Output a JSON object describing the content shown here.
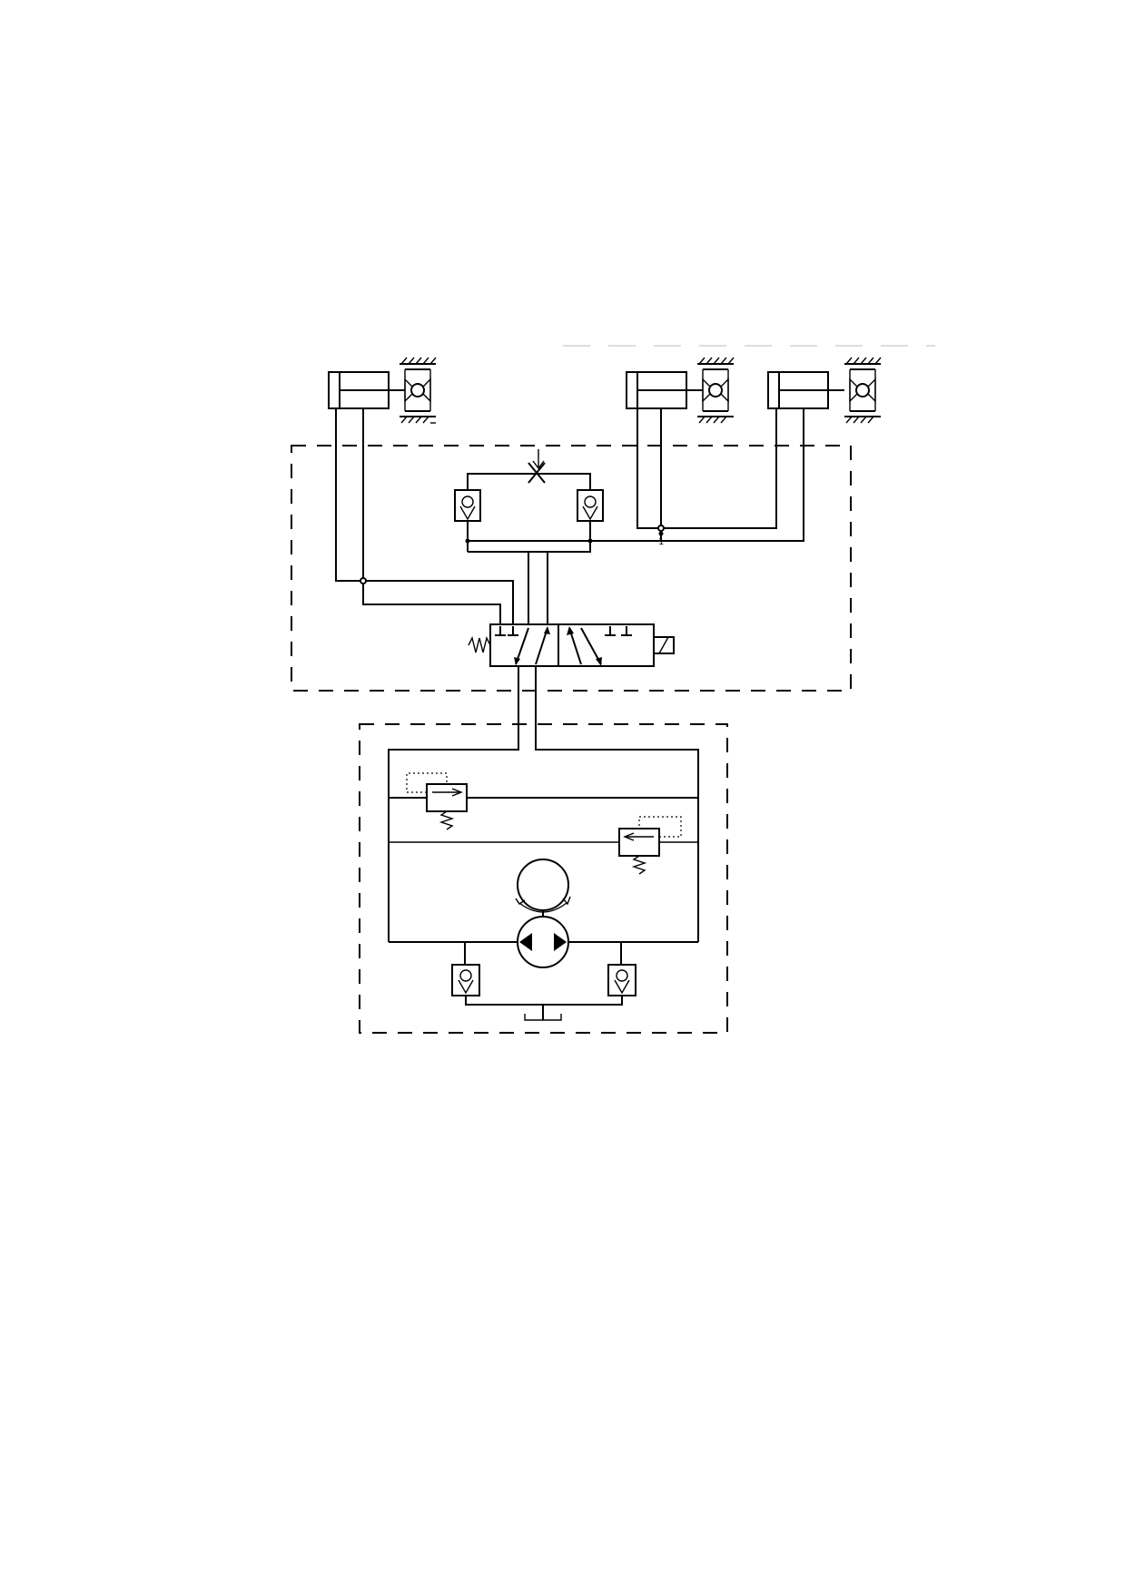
{
  "diagram": {
    "type": "hydraulic-schematic",
    "background": "#ffffff",
    "line_color": "#000000",
    "junction_label": "1",
    "components": {
      "actuators": [
        "hydraulic-cylinder",
        "hydraulic-cylinder",
        "hydraulic-cylinder"
      ],
      "brakes": [
        "wheel-brake",
        "wheel-brake",
        "wheel-brake"
      ],
      "control_block": [
        "check-valve",
        "check-valve",
        "throttle",
        "directional-control-valve"
      ],
      "supply_block": [
        "relief-valve",
        "relief-valve",
        "motor",
        "bidirectional-pump",
        "check-valve",
        "check-valve",
        "tank"
      ]
    }
  }
}
